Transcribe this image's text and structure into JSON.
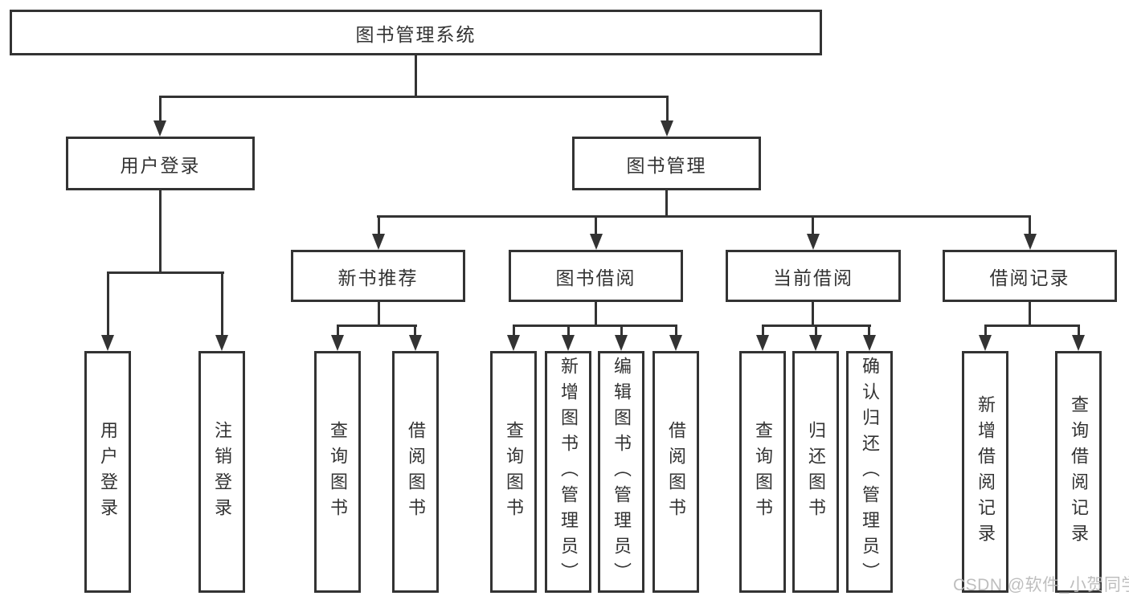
{
  "root": {
    "label": "图书管理系统"
  },
  "level2": [
    {
      "label": "用户登录"
    },
    {
      "label": "图书管理"
    }
  ],
  "level3": [
    {
      "label": "新书推荐"
    },
    {
      "label": "图书借阅"
    },
    {
      "label": "当前借阅"
    },
    {
      "label": "借阅记录"
    }
  ],
  "leaves": {
    "login": [
      {
        "label": "用户登录"
      },
      {
        "label": "注销登录"
      }
    ],
    "recommend": [
      {
        "label": "查询图书"
      },
      {
        "label": "借阅图书"
      }
    ],
    "borrow": [
      {
        "label": "查询图书"
      },
      {
        "label": "新增图书（管理员）"
      },
      {
        "label": "编辑图书（管理员）"
      },
      {
        "label": "借阅图书"
      }
    ],
    "current": [
      {
        "label": "查询图书"
      },
      {
        "label": "归还图书"
      },
      {
        "label": "确认归还（管理员）"
      }
    ],
    "records": [
      {
        "label": "新增借阅记录"
      },
      {
        "label": "查询借阅记录"
      }
    ]
  },
  "watermark": {
    "text": "CSDN @软件_小贺同学"
  }
}
